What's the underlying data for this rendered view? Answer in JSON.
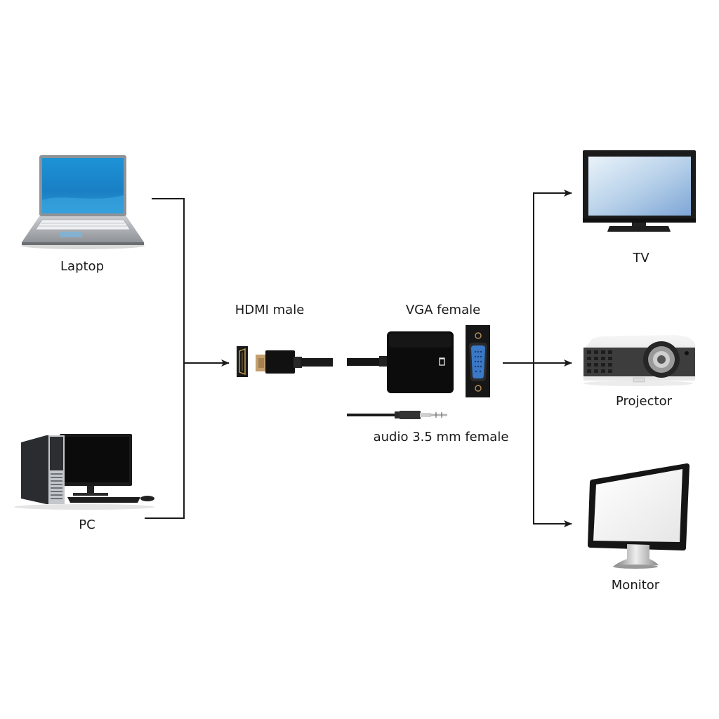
{
  "diagram": {
    "title": "HDMI to VGA adapter connection diagram",
    "sources": [
      {
        "id": "laptop",
        "label": "Laptop",
        "icon": "laptop-icon"
      },
      {
        "id": "pc",
        "label": "PC",
        "icon": "desktop-pc-icon"
      }
    ],
    "adapter": {
      "input_label": "HDMI male",
      "output_label": "VGA female",
      "audio_label": "audio 3.5 mm female",
      "icons": [
        "hdmi-port-icon",
        "hdmi-plug-icon",
        "adapter-box-icon",
        "vga-port-icon",
        "audio-jack-icon"
      ]
    },
    "targets": [
      {
        "id": "tv",
        "label": "TV",
        "icon": "tv-icon"
      },
      {
        "id": "projector",
        "label": "Projector",
        "icon": "projector-icon"
      },
      {
        "id": "monitor",
        "label": "Monitor",
        "icon": "monitor-icon"
      }
    ],
    "edges": [
      {
        "from": "laptop",
        "to": "hdmi-input"
      },
      {
        "from": "pc",
        "to": "hdmi-input"
      },
      {
        "from": "vga-output",
        "to": "tv"
      },
      {
        "from": "vga-output",
        "to": "projector"
      },
      {
        "from": "vga-output",
        "to": "monitor"
      }
    ],
    "colors": {
      "line": "#1a1a1a",
      "screen_blue": "#1e8fd0",
      "vga_blue": "#3a78c8",
      "hdmi_gold": "#c8a050",
      "background": "#ffffff"
    }
  }
}
